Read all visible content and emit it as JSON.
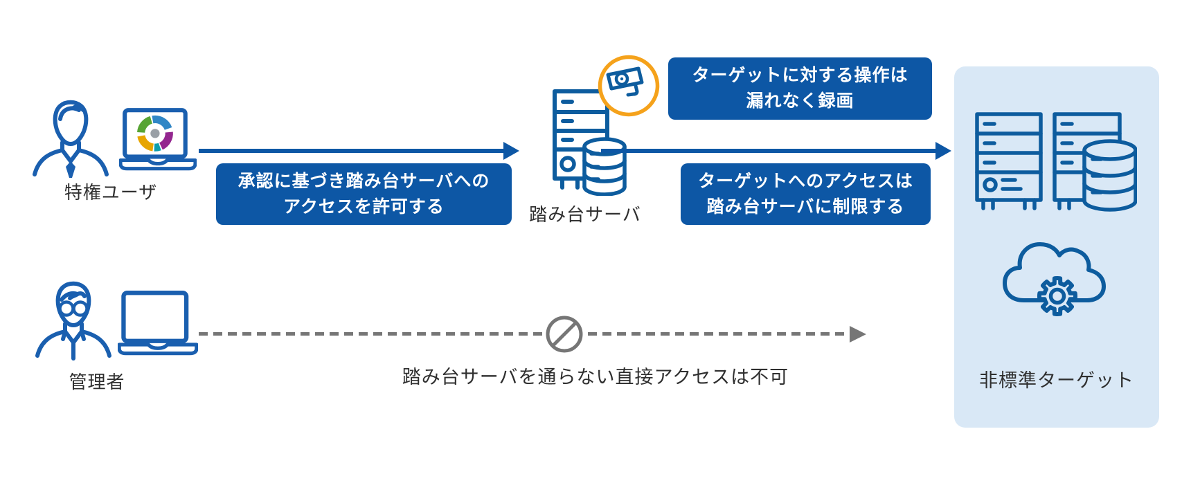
{
  "diagram": {
    "actors": {
      "privileged_user": {
        "label": "特権ユーザ"
      },
      "administrator": {
        "label": "管理者"
      }
    },
    "bastion": {
      "label": "踏み台サーバ"
    },
    "target_panel": {
      "label": "非標準ターゲット"
    },
    "callouts": {
      "approve": {
        "line1": "承認に基づき踏み台サーバへの",
        "line2": "アクセスを許可する"
      },
      "record": {
        "line1": "ターゲットに対する操作は",
        "line2": "漏れなく録画"
      },
      "restrict": {
        "line1": "ターゲットへのアクセスは",
        "line2": "踏み台サーバに制限する"
      }
    },
    "blocked_note": "踏み台サーバを通らない直接アクセスは不可",
    "icons": {
      "privileged_user": "person-tie-icon",
      "administrator": "person-glasses-icon",
      "user_laptop": "laptop-logo-icon",
      "admin_laptop": "laptop-icon",
      "bastion": "server-tower-database-icon",
      "recording": "cctv-camera-badge-icon",
      "targets": "server-racks-database-icon",
      "cloud_service": "cloud-gear-icon",
      "blocked": "prohibition-icon"
    },
    "colors": {
      "callout_blue": "#0d57a5",
      "arrow_blue": "#0d57a5",
      "icon_outline_blue": "#1a5faf",
      "panel_icon_blue": "#0d5c9e",
      "panel_background": "#d9e8f6",
      "camera_ring_orange": "#f5a21b",
      "blocked_gray": "#767676",
      "label_text": "#2f2f2f",
      "logo_blue": "#2f86c6",
      "logo_purple": "#93268f",
      "logo_teal": "#0d9eae",
      "logo_yellow": "#e7a500",
      "logo_green": "#57a433",
      "logo_center_gray": "#9aa0a6"
    }
  }
}
